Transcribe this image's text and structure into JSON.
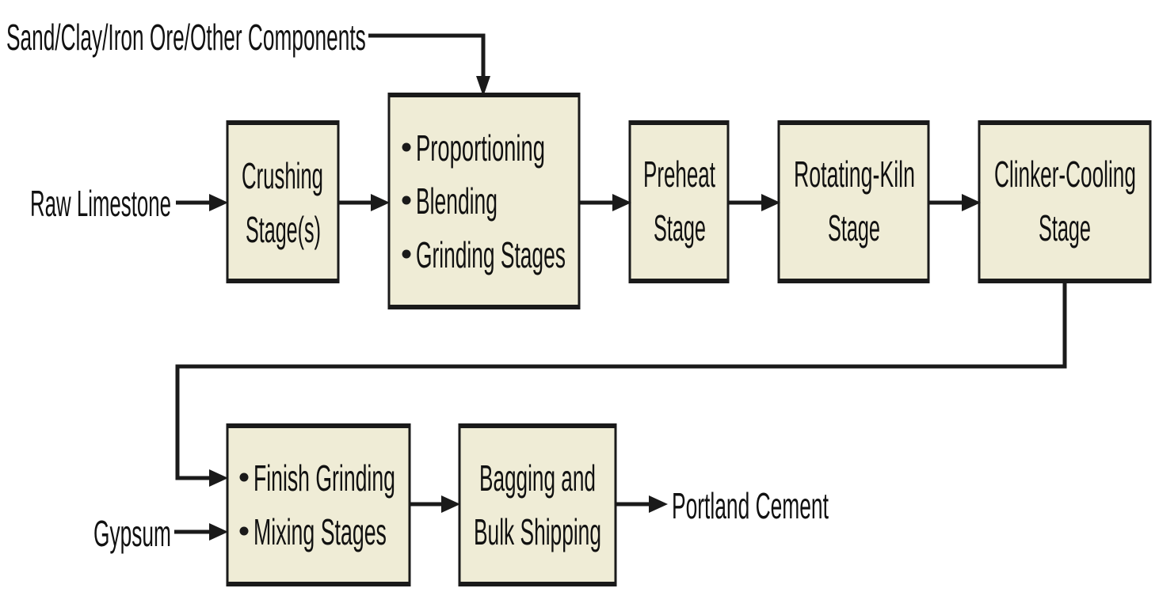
{
  "colors": {
    "box_fill": "#efecd6",
    "line": "#1a1a1a"
  },
  "inputs": {
    "additives": "Sand/Clay/Iron Ore/Other Components",
    "raw": "Raw Limestone",
    "gypsum": "Gypsum"
  },
  "stages": {
    "crushing": [
      "Crushing",
      "Stage(s)"
    ],
    "prep": [
      "Proportioning",
      "Blending",
      "Grinding Stages"
    ],
    "preheat": [
      "Preheat",
      "Stage"
    ],
    "kiln": [
      "Rotating-Kiln",
      "Stage"
    ],
    "cooling": [
      "Clinker-Cooling",
      "Stage"
    ],
    "finish": [
      "Finish Grinding",
      "Mixing Stages"
    ],
    "bagging": [
      "Bagging and",
      "Bulk Shipping"
    ]
  },
  "output": "Portland Cement"
}
